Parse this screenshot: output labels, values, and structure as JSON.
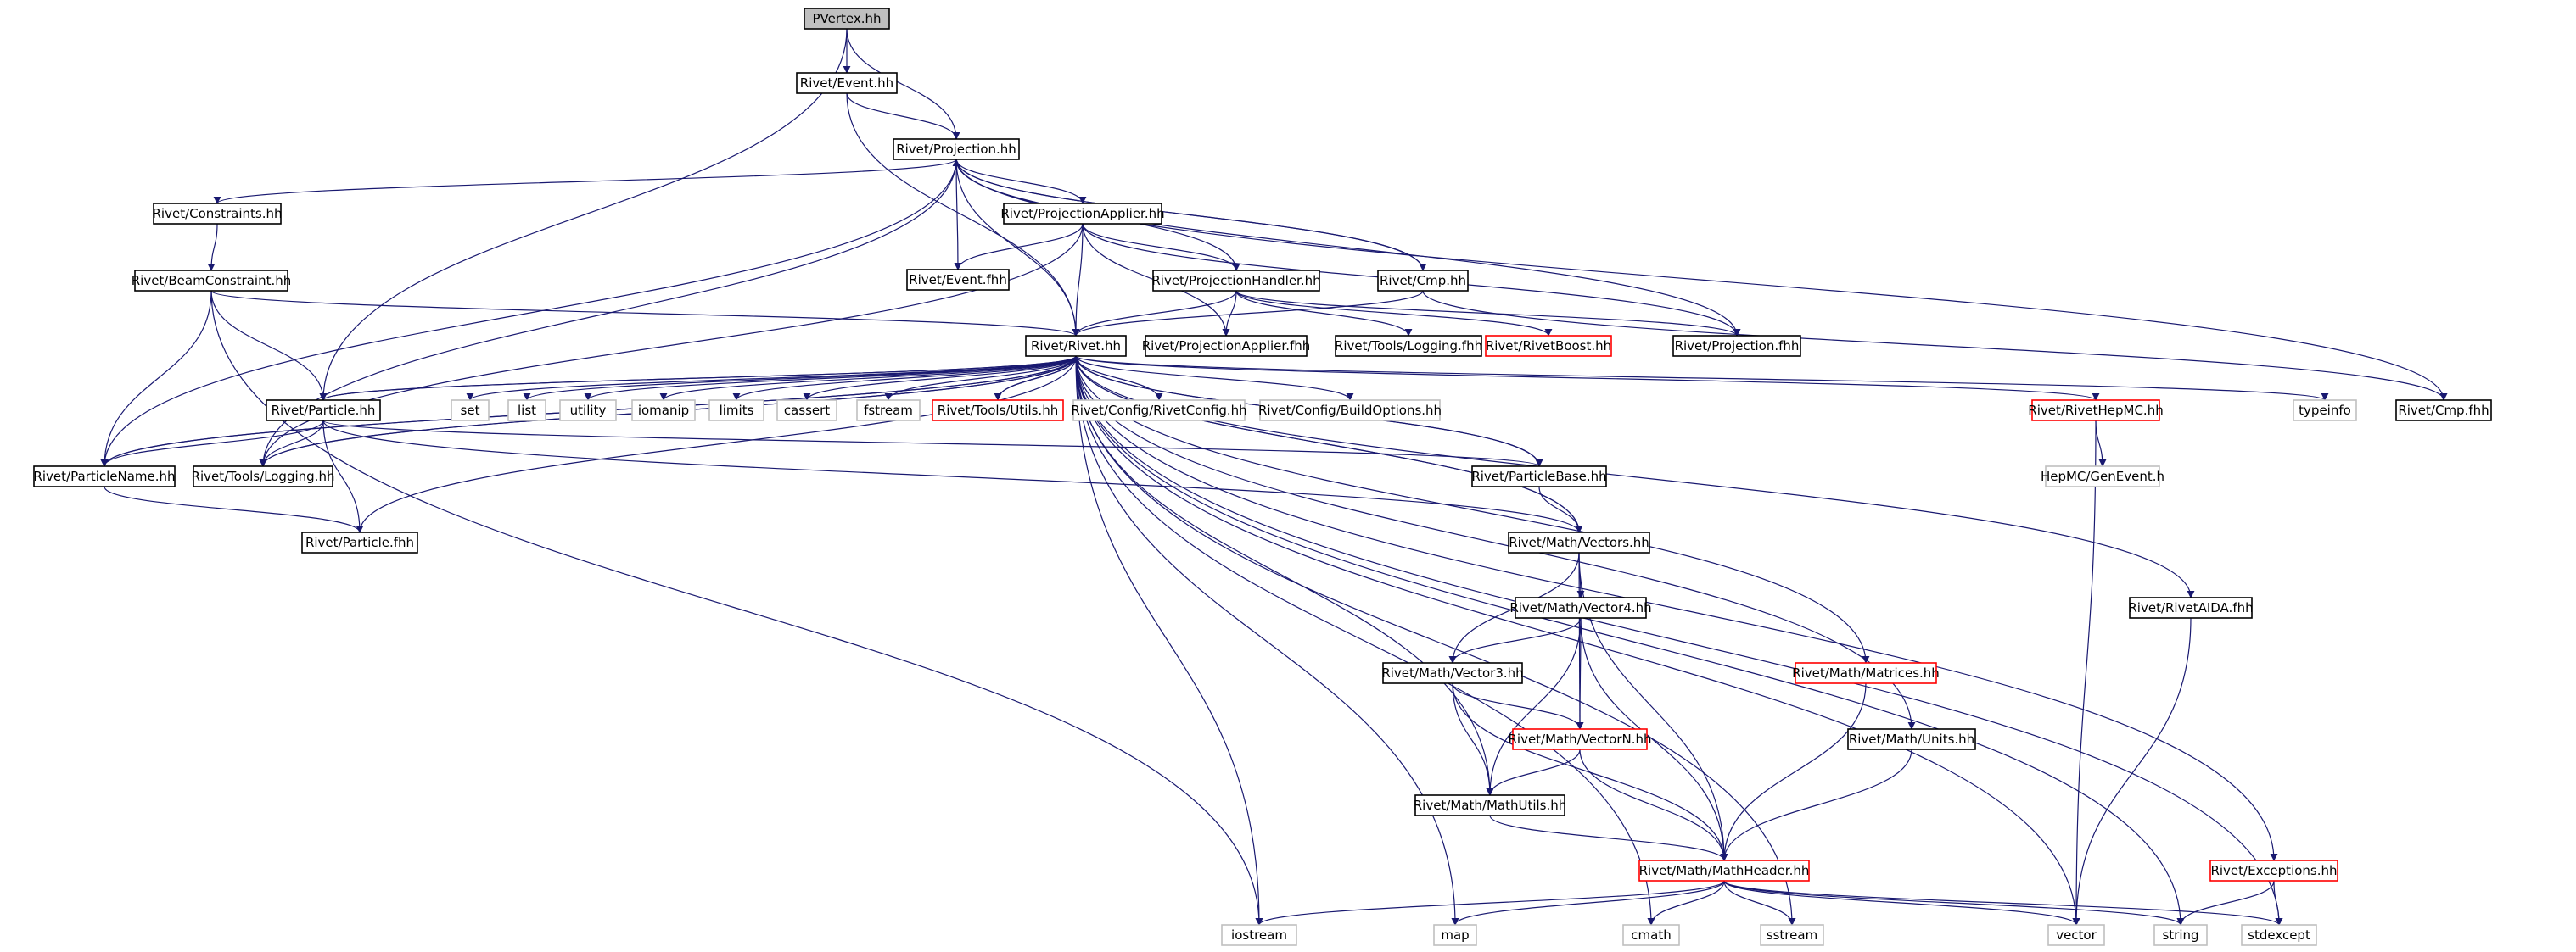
{
  "colors": {
    "edge": "#191970",
    "root_fill": "#bfbfbf",
    "documented_border": "#000000",
    "external_border": "#bfbfbf",
    "incomplete_border": "#ff0000",
    "text": "#000000"
  },
  "nodes": [
    {
      "id": "pvertex",
      "label": "PVertex.hh",
      "kind": "root"
    },
    {
      "id": "event",
      "label": "Rivet/Event.hh",
      "kind": "doc"
    },
    {
      "id": "projection",
      "label": "Rivet/Projection.hh",
      "kind": "doc"
    },
    {
      "id": "constraints",
      "label": "Rivet/Constraints.hh",
      "kind": "doc"
    },
    {
      "id": "projapplier",
      "label": "Rivet/ProjectionApplier.hh",
      "kind": "doc"
    },
    {
      "id": "beamconstraint",
      "label": "Rivet/BeamConstraint.hh",
      "kind": "doc"
    },
    {
      "id": "eventfhh",
      "label": "Rivet/Event.fhh",
      "kind": "doc"
    },
    {
      "id": "projhandler",
      "label": "Rivet/ProjectionHandler.hh",
      "kind": "doc"
    },
    {
      "id": "cmp",
      "label": "Rivet/Cmp.hh",
      "kind": "doc"
    },
    {
      "id": "rivet",
      "label": "Rivet/Rivet.hh",
      "kind": "doc"
    },
    {
      "id": "projapplierfhh",
      "label": "Rivet/ProjectionApplier.fhh",
      "kind": "doc"
    },
    {
      "id": "toolslogfhh",
      "label": "Rivet/Tools/Logging.fhh",
      "kind": "doc"
    },
    {
      "id": "rivetboost",
      "label": "Rivet/RivetBoost.hh",
      "kind": "red"
    },
    {
      "id": "projfhh",
      "label": "Rivet/Projection.fhh",
      "kind": "doc"
    },
    {
      "id": "particle",
      "label": "Rivet/Particle.hh",
      "kind": "doc"
    },
    {
      "id": "set",
      "label": "set",
      "kind": "ext"
    },
    {
      "id": "list",
      "label": "list",
      "kind": "ext"
    },
    {
      "id": "utility",
      "label": "utility",
      "kind": "ext"
    },
    {
      "id": "iomanip",
      "label": "iomanip",
      "kind": "ext"
    },
    {
      "id": "limits",
      "label": "limits",
      "kind": "ext"
    },
    {
      "id": "cassert",
      "label": "cassert",
      "kind": "ext"
    },
    {
      "id": "fstream",
      "label": "fstream",
      "kind": "ext"
    },
    {
      "id": "toolsutils",
      "label": "Rivet/Tools/Utils.hh",
      "kind": "red"
    },
    {
      "id": "rivetconfig",
      "label": "Rivet/Config/RivetConfig.hh",
      "kind": "ext"
    },
    {
      "id": "buildoptions",
      "label": "Rivet/Config/BuildOptions.hh",
      "kind": "ext"
    },
    {
      "id": "rivethepmc",
      "label": "Rivet/RivetHepMC.hh",
      "kind": "red"
    },
    {
      "id": "typeinfo",
      "label": "typeinfo",
      "kind": "ext"
    },
    {
      "id": "cmpfhh",
      "label": "Rivet/Cmp.fhh",
      "kind": "doc"
    },
    {
      "id": "particlename",
      "label": "Rivet/ParticleName.hh",
      "kind": "doc"
    },
    {
      "id": "toolslog",
      "label": "Rivet/Tools/Logging.hh",
      "kind": "doc"
    },
    {
      "id": "particlebase",
      "label": "Rivet/ParticleBase.hh",
      "kind": "doc"
    },
    {
      "id": "hepmcgenevent",
      "label": "HepMC/GenEvent.h",
      "kind": "ext"
    },
    {
      "id": "particlefhh",
      "label": "Rivet/Particle.fhh",
      "kind": "doc"
    },
    {
      "id": "vectors",
      "label": "Rivet/Math/Vectors.hh",
      "kind": "doc"
    },
    {
      "id": "vector4",
      "label": "Rivet/Math/Vector4.hh",
      "kind": "doc"
    },
    {
      "id": "rivetaida",
      "label": "Rivet/RivetAIDA.fhh",
      "kind": "doc"
    },
    {
      "id": "vector3",
      "label": "Rivet/Math/Vector3.hh",
      "kind": "doc"
    },
    {
      "id": "matrices",
      "label": "Rivet/Math/Matrices.hh",
      "kind": "red"
    },
    {
      "id": "vectorn",
      "label": "Rivet/Math/VectorN.hh",
      "kind": "red"
    },
    {
      "id": "units",
      "label": "Rivet/Math/Units.hh",
      "kind": "doc"
    },
    {
      "id": "mathutils",
      "label": "Rivet/Math/MathUtils.hh",
      "kind": "doc"
    },
    {
      "id": "mathheader",
      "label": "Rivet/Math/MathHeader.hh",
      "kind": "red"
    },
    {
      "id": "exceptions",
      "label": "Rivet/Exceptions.hh",
      "kind": "red"
    },
    {
      "id": "iostream",
      "label": "iostream",
      "kind": "ext"
    },
    {
      "id": "map",
      "label": "map",
      "kind": "ext"
    },
    {
      "id": "cmath",
      "label": "cmath",
      "kind": "ext"
    },
    {
      "id": "sstream",
      "label": "sstream",
      "kind": "ext"
    },
    {
      "id": "vector",
      "label": "vector",
      "kind": "ext"
    },
    {
      "id": "string",
      "label": "string",
      "kind": "ext"
    },
    {
      "id": "stdexcept",
      "label": "stdexcept",
      "kind": "ext"
    }
  ],
  "edges": [
    [
      "pvertex",
      "event"
    ],
    [
      "pvertex",
      "projection"
    ],
    [
      "pvertex",
      "particle"
    ],
    [
      "event",
      "projection"
    ],
    [
      "event",
      "rivet"
    ],
    [
      "projection",
      "constraints"
    ],
    [
      "projection",
      "projapplier"
    ],
    [
      "projection",
      "eventfhh"
    ],
    [
      "projection",
      "projhandler"
    ],
    [
      "projection",
      "cmp"
    ],
    [
      "projection",
      "rivet"
    ],
    [
      "projection",
      "projfhh"
    ],
    [
      "projection",
      "cmpfhh"
    ],
    [
      "projection",
      "particlename"
    ],
    [
      "projection",
      "toolslog"
    ],
    [
      "constraints",
      "beamconstraint"
    ],
    [
      "beamconstraint",
      "rivet"
    ],
    [
      "beamconstraint",
      "particle"
    ],
    [
      "beamconstraint",
      "particlename"
    ],
    [
      "beamconstraint",
      "iostream"
    ],
    [
      "projapplier",
      "eventfhh"
    ],
    [
      "projapplier",
      "projhandler"
    ],
    [
      "projapplier",
      "rivet"
    ],
    [
      "projapplier",
      "projapplierfhh"
    ],
    [
      "projapplier",
      "projfhh"
    ],
    [
      "projapplier",
      "toolslog"
    ],
    [
      "projhandler",
      "rivet"
    ],
    [
      "projhandler",
      "projapplierfhh"
    ],
    [
      "projhandler",
      "toolslogfhh"
    ],
    [
      "projhandler",
      "rivetboost"
    ],
    [
      "projhandler",
      "projfhh"
    ],
    [
      "cmp",
      "projection"
    ],
    [
      "cmp",
      "rivet"
    ],
    [
      "cmp",
      "cmpfhh"
    ],
    [
      "rivet",
      "set"
    ],
    [
      "rivet",
      "list"
    ],
    [
      "rivet",
      "utility"
    ],
    [
      "rivet",
      "iomanip"
    ],
    [
      "rivet",
      "limits"
    ],
    [
      "rivet",
      "cassert"
    ],
    [
      "rivet",
      "fstream"
    ],
    [
      "rivet",
      "toolsutils"
    ],
    [
      "rivet",
      "rivetconfig"
    ],
    [
      "rivet",
      "buildoptions"
    ],
    [
      "rivet",
      "rivethepmc"
    ],
    [
      "rivet",
      "typeinfo"
    ],
    [
      "rivet",
      "particlename"
    ],
    [
      "rivet",
      "particle"
    ],
    [
      "rivet",
      "toolslog"
    ],
    [
      "rivet",
      "particlebase"
    ],
    [
      "rivet",
      "vectors"
    ],
    [
      "rivet",
      "matrices"
    ],
    [
      "rivet",
      "units"
    ],
    [
      "rivet",
      "mathutils"
    ],
    [
      "rivet",
      "exceptions"
    ],
    [
      "rivet",
      "rivetaida"
    ],
    [
      "rivet",
      "iostream"
    ],
    [
      "rivet",
      "map"
    ],
    [
      "rivet",
      "cmath"
    ],
    [
      "rivet",
      "sstream"
    ],
    [
      "rivet",
      "vector"
    ],
    [
      "rivet",
      "string"
    ],
    [
      "rivet",
      "stdexcept"
    ],
    [
      "toolsutils",
      "rivet"
    ],
    [
      "particle",
      "rivet"
    ],
    [
      "particle",
      "particlename"
    ],
    [
      "particle",
      "toolslog"
    ],
    [
      "particle",
      "particlefhh"
    ],
    [
      "particle",
      "particlebase"
    ],
    [
      "particle",
      "vectors"
    ],
    [
      "particlename",
      "rivet"
    ],
    [
      "particlename",
      "particlefhh"
    ],
    [
      "toolslog",
      "rivet"
    ],
    [
      "particlebase",
      "rivet"
    ],
    [
      "particlebase",
      "vectors"
    ],
    [
      "particlefhh",
      "rivet"
    ],
    [
      "rivethepmc",
      "hepmcgenevent"
    ],
    [
      "rivethepmc",
      "vector"
    ],
    [
      "vectors",
      "rivet"
    ],
    [
      "vectors",
      "vector4"
    ],
    [
      "vectors",
      "vector3"
    ],
    [
      "vectors",
      "vectorn"
    ],
    [
      "vectors",
      "mathheader"
    ],
    [
      "vector4",
      "vector3"
    ],
    [
      "vector4",
      "vectorn"
    ],
    [
      "vector4",
      "mathutils"
    ],
    [
      "vector4",
      "mathheader"
    ],
    [
      "vector3",
      "vectorn"
    ],
    [
      "vector3",
      "mathutils"
    ],
    [
      "vector3",
      "mathheader"
    ],
    [
      "vectorn",
      "mathutils"
    ],
    [
      "vectorn",
      "mathheader"
    ],
    [
      "matrices",
      "mathheader"
    ],
    [
      "units",
      "mathheader"
    ],
    [
      "mathutils",
      "mathheader"
    ],
    [
      "rivetaida",
      "vector"
    ],
    [
      "mathheader",
      "iostream"
    ],
    [
      "mathheader",
      "map"
    ],
    [
      "mathheader",
      "cmath"
    ],
    [
      "mathheader",
      "sstream"
    ],
    [
      "mathheader",
      "vector"
    ],
    [
      "mathheader",
      "string"
    ],
    [
      "mathheader",
      "stdexcept"
    ],
    [
      "exceptions",
      "string"
    ],
    [
      "exceptions",
      "stdexcept"
    ]
  ]
}
